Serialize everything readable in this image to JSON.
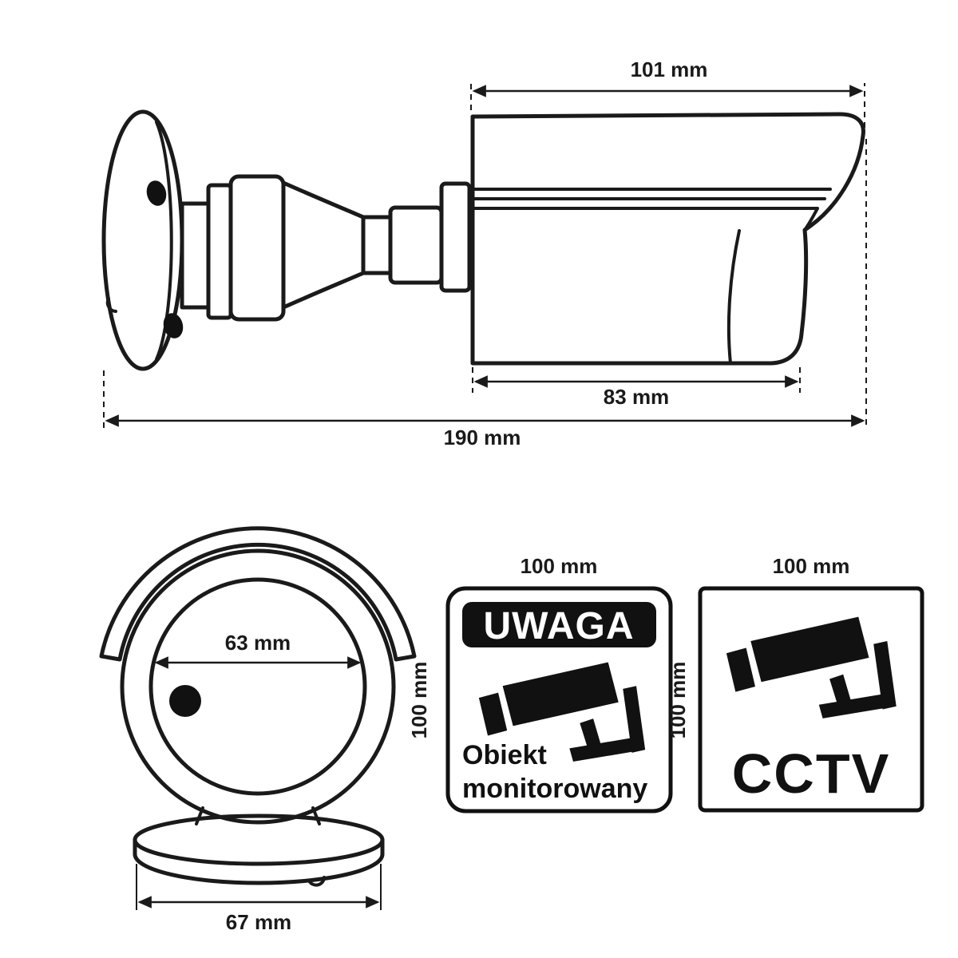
{
  "colors": {
    "line": "#1a1a1a",
    "solid": "#111111",
    "background": "#ffffff"
  },
  "side_view": {
    "dim_shade_length": "101 mm",
    "dim_body_length": "83 mm",
    "dim_total_length": "190 mm"
  },
  "front_view": {
    "dim_face_diameter": "63 mm",
    "dim_base_diameter": "67 mm"
  },
  "uwaga_sticker": {
    "dim_width": "100 mm",
    "dim_height": "100 mm",
    "title": "UWAGA",
    "caption_line1": "Obiekt",
    "caption_line2": "monitorowany",
    "icon": "cctv-camera-icon"
  },
  "cctv_sticker": {
    "dim_width": "100 mm",
    "dim_height": "100 mm",
    "label": "CCTV",
    "icon": "cctv-camera-icon"
  }
}
